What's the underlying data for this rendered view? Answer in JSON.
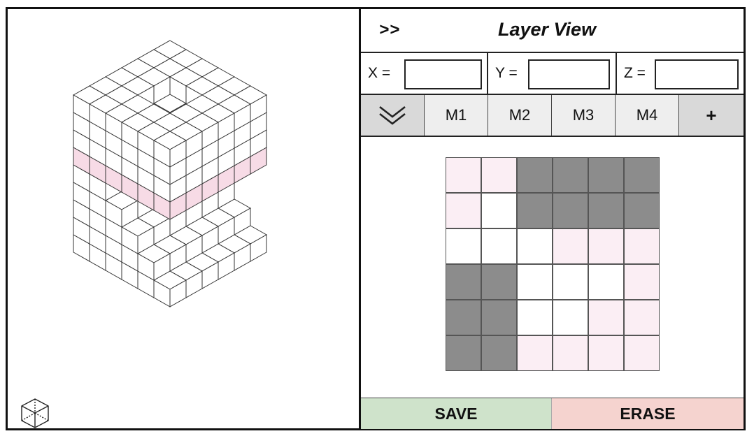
{
  "header": {
    "collapse_label": ">>",
    "title": "Layer View"
  },
  "coordinates": [
    {
      "label": "X =",
      "value": ""
    },
    {
      "label": "Y =",
      "value": ""
    },
    {
      "label": "Z =",
      "value": ""
    }
  ],
  "tabs": [
    {
      "id": "dropdown",
      "icon": "chevrons-down-icon",
      "label": ""
    },
    {
      "id": "m1",
      "label": "M1"
    },
    {
      "id": "m2",
      "label": "M2"
    },
    {
      "id": "m3",
      "label": "M3"
    },
    {
      "id": "m4",
      "label": "M4"
    },
    {
      "id": "add",
      "label": "+"
    }
  ],
  "layer_grid": {
    "rows": 6,
    "cols": 6,
    "states": [
      [
        "pink",
        "pink",
        "dark",
        "dark",
        "dark",
        "dark"
      ],
      [
        "pink",
        "white",
        "dark",
        "dark",
        "dark",
        "dark"
      ],
      [
        "white",
        "white",
        "white",
        "pink",
        "pink",
        "pink"
      ],
      [
        "dark",
        "dark",
        "white",
        "white",
        "white",
        "pink"
      ],
      [
        "dark",
        "dark",
        "white",
        "white",
        "pink",
        "pink"
      ],
      [
        "dark",
        "dark",
        "pink",
        "pink",
        "pink",
        "pink"
      ]
    ]
  },
  "colors": {
    "dark": "#8c8c8c",
    "pink": "#fbeef4",
    "white": "#ffffff",
    "highlight": "#f7dbe6",
    "save": "#cfe3cb",
    "erase": "#f5d3cf"
  },
  "actions": {
    "save_label": "SAVE",
    "erase_label": "ERASE"
  },
  "viewport": {
    "view_cube_icon": "view-cube-icon"
  }
}
